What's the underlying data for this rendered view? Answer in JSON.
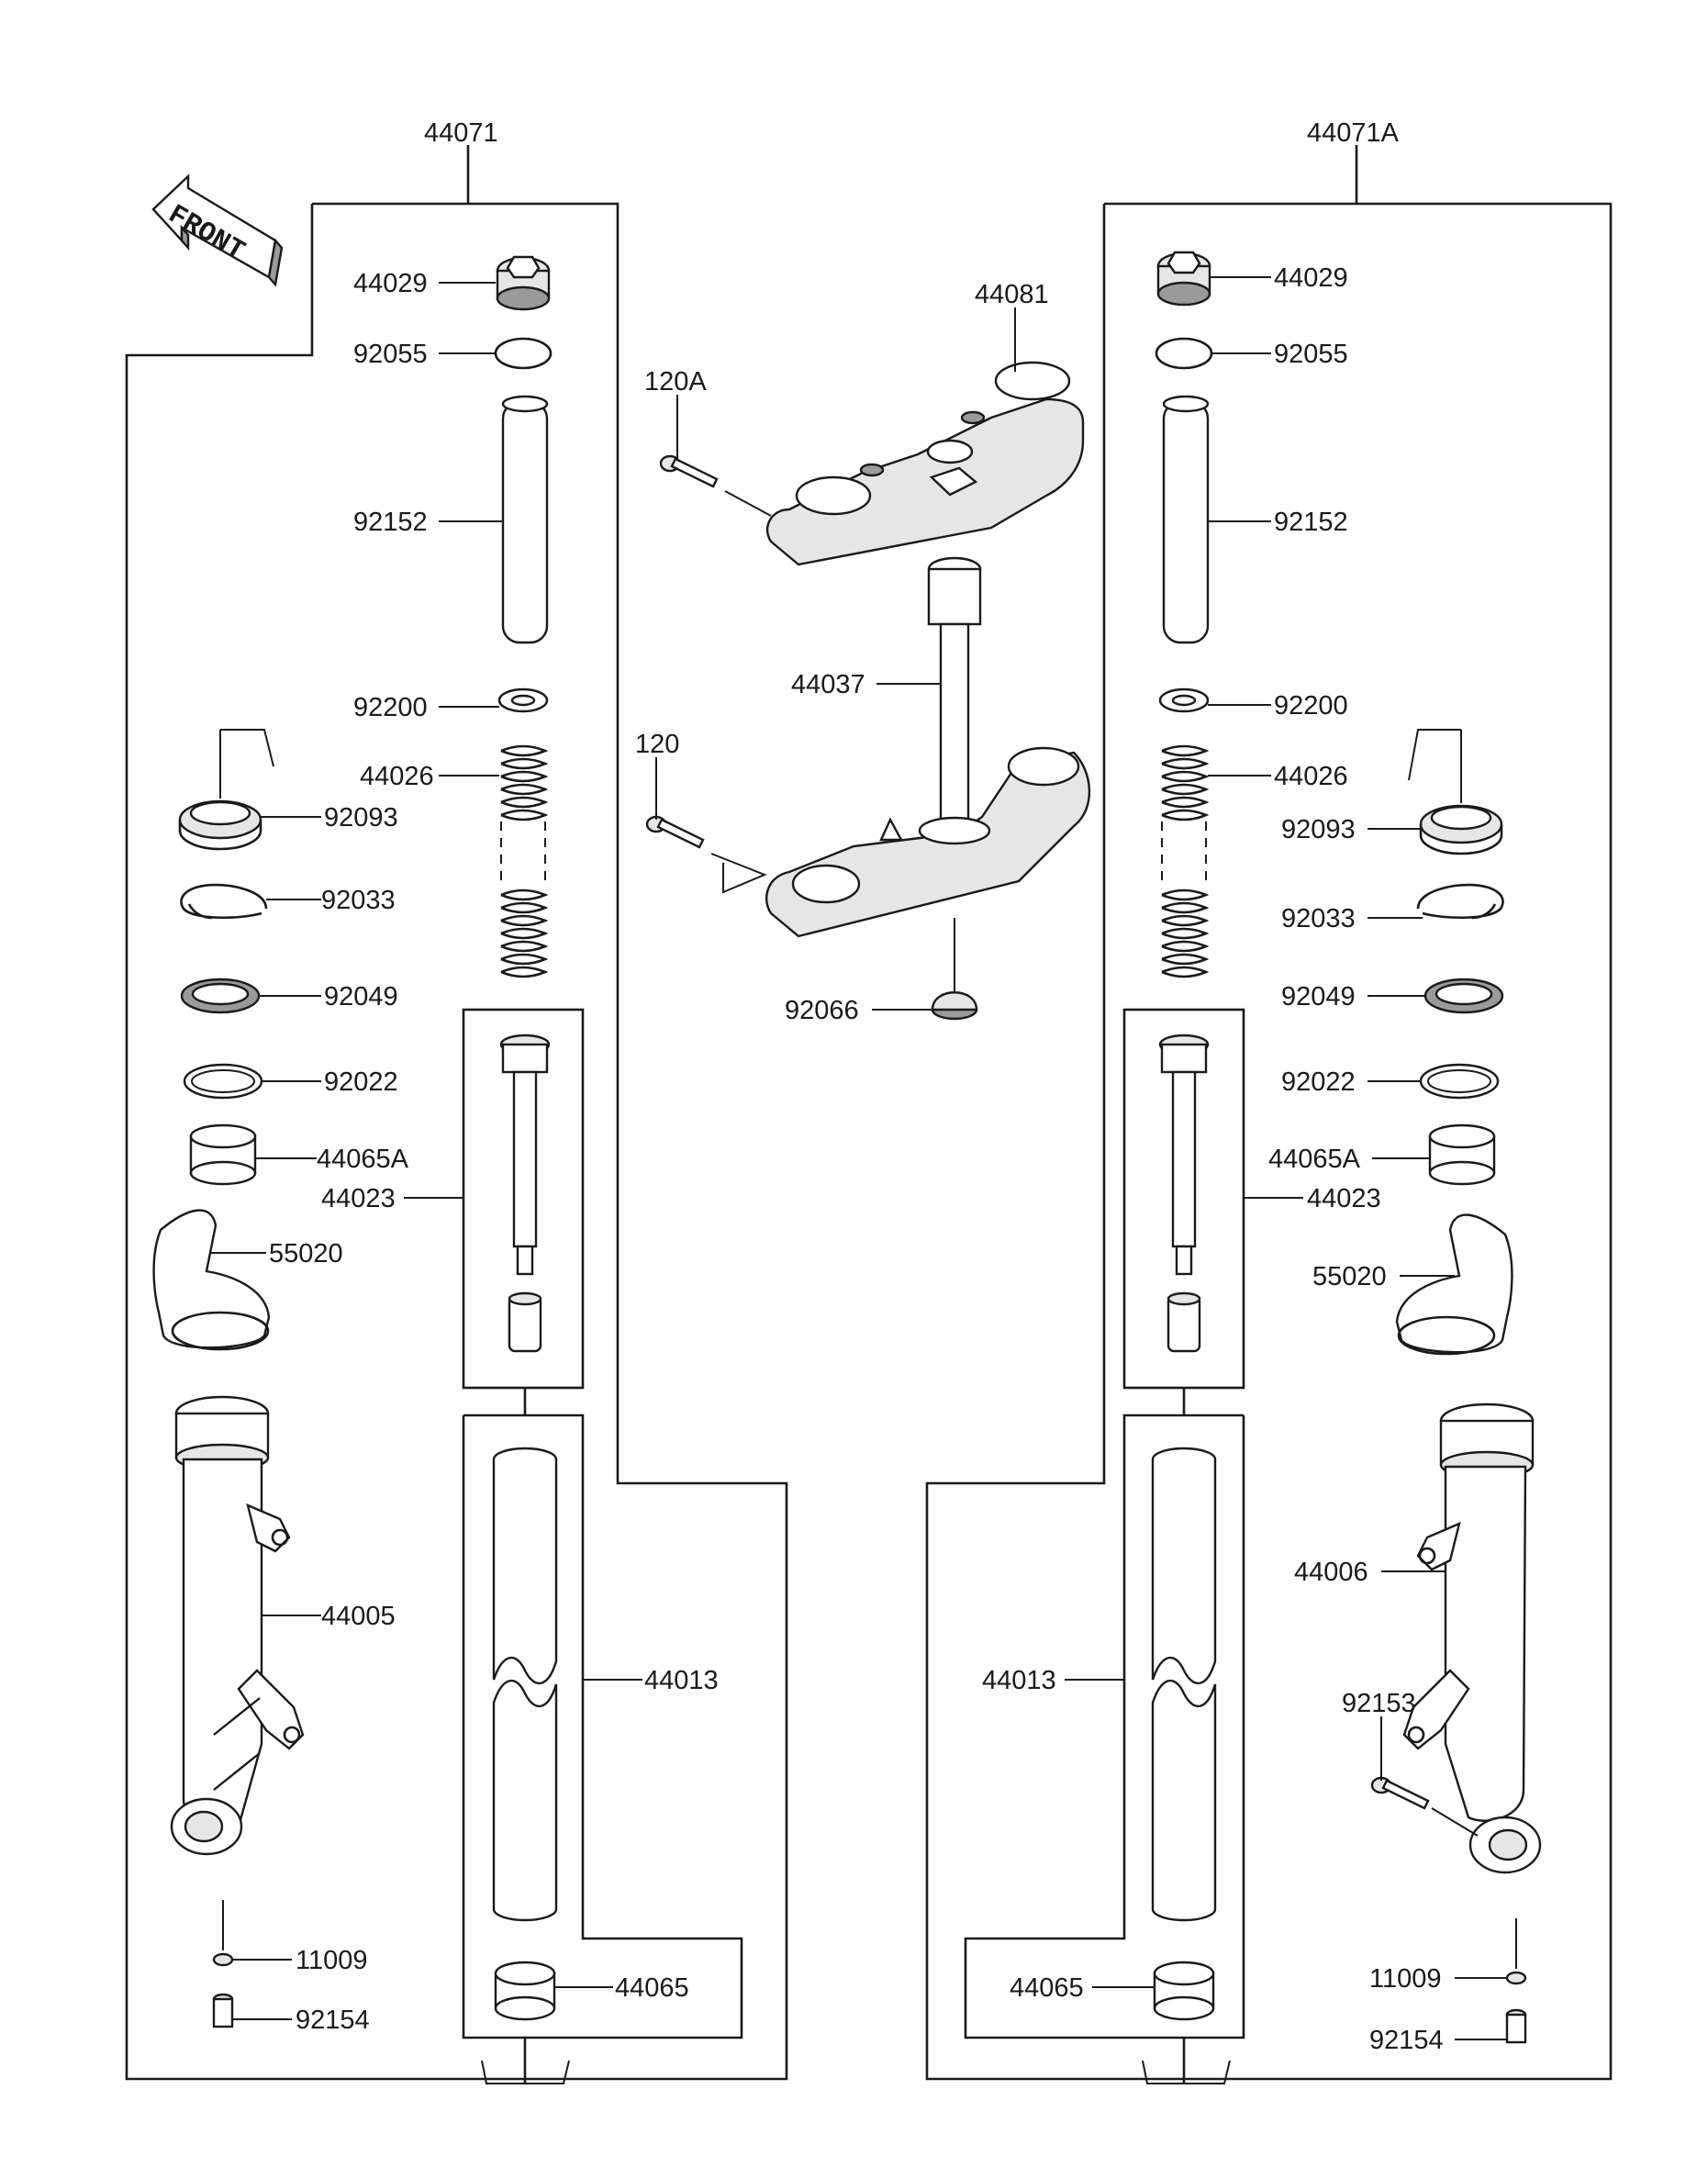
{
  "diagram": {
    "front_label": "FRONT",
    "assemblies": {
      "left": "44071",
      "right": "44071A"
    },
    "left_parts": [
      "44029",
      "92055",
      "92152",
      "92200",
      "44026",
      "92093",
      "92033",
      "92049",
      "92022",
      "44065A",
      "44023",
      "55020",
      "44005",
      "44013",
      "11009",
      "92154",
      "44065"
    ],
    "center_parts": [
      "44081",
      "120A",
      "44037",
      "120",
      "92066"
    ],
    "right_parts": [
      "44029",
      "92055",
      "92152",
      "92200",
      "44026",
      "92093",
      "92033",
      "92049",
      "92022",
      "44065A",
      "44023",
      "55020",
      "44006",
      "44013",
      "92153",
      "11009",
      "92154",
      "44065"
    ]
  }
}
